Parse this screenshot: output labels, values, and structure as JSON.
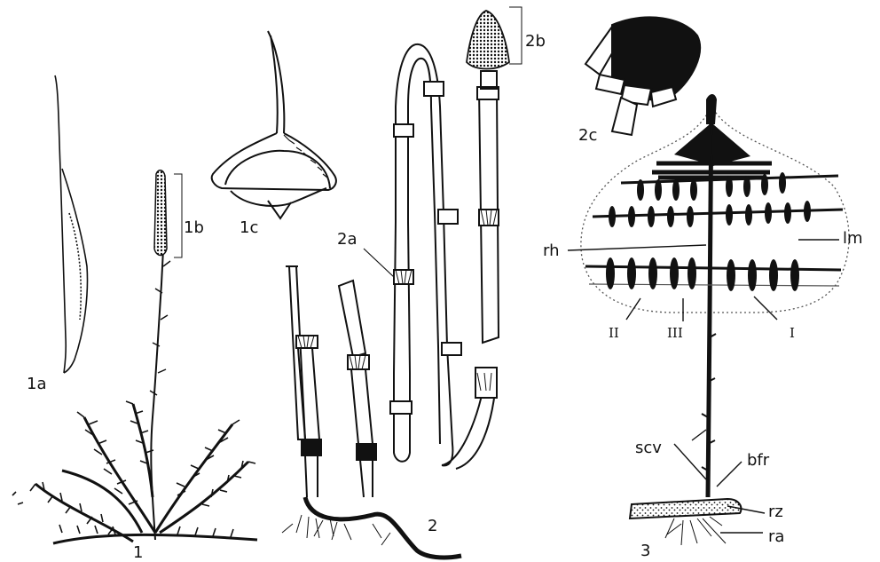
{
  "figure": {
    "labels": {
      "fig1": "1",
      "fig1a": "1a",
      "fig1b": "1b",
      "fig1c": "1c",
      "fig2": "2",
      "fig2a": "2a",
      "fig2b": "2b",
      "fig2c": "2c",
      "fig3": "3",
      "rh": "rh",
      "lm": "lm",
      "scv": "scv",
      "bfr": "bfr",
      "rz": "rz",
      "ra": "ra",
      "roman_I": "I",
      "roman_II": "II",
      "roman_III": "III"
    },
    "colors": {
      "ink": "#111111",
      "paper": "#ffffff"
    }
  }
}
